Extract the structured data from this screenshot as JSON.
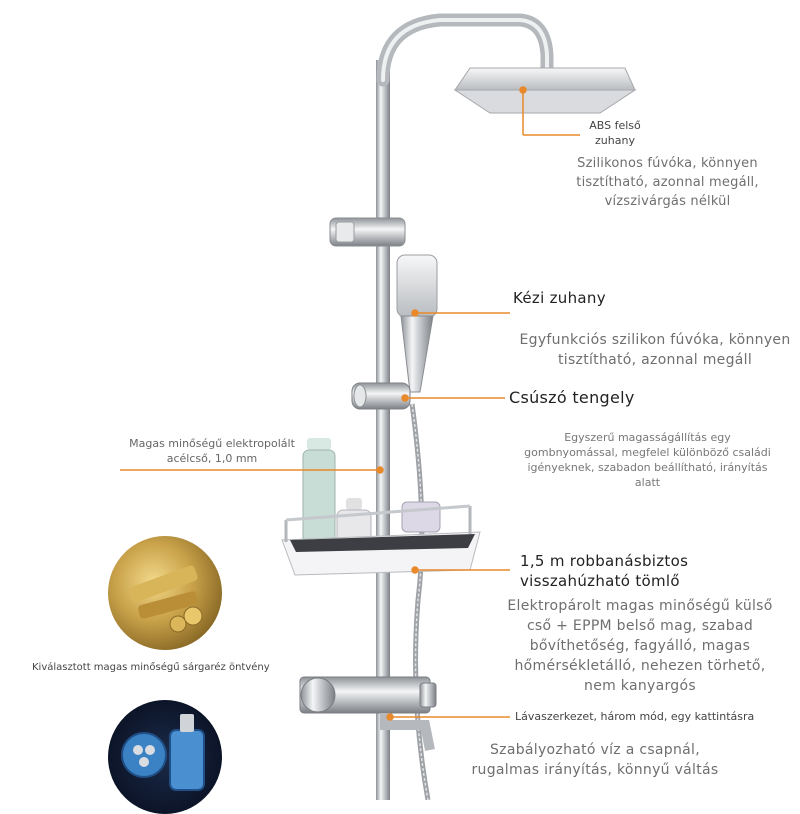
{
  "annotations": {
    "abs_head_title": "ABS felső zuhany",
    "abs_head_desc": "Szilikonos fúvóka, könnyen tisztítható, azonnal megáll, vízszivárgás nélkül",
    "hand_shower_title": "Kézi zuhany",
    "hand_shower_desc": "Egyfunkciós szilikon fúvóka, könnyen tisztítható, azonnal megáll",
    "slider_title": "Csúszó tengely",
    "slider_desc": "Egyszerű magasságállítás egy gombnyomással, megfelel különböző családi igényeknek, szabadon beállítható, irányítás alatt",
    "steel_pipe": "Magas minőségű elektropolált acélcső, 1,0 mm",
    "hose_title": "1,5 m robbanásbiztos visszahúzható tömlő",
    "hose_desc": "Elektropárolt magas minőségű külső cső + EPPM belső mag, szabad bővíthetőség, fagyálló, magas hőmérsékletálló, nehezen törhető, nem kanyargós",
    "brass_caption": "Kiválasztott magas minőségű sárgaréz öntvény",
    "faucet_title": "Lávaszerkezet, három mód, egy kattintásra",
    "faucet_desc": "Szabályozható víz a csapnál, rugalmas irányítás, könnyű váltás"
  },
  "colors": {
    "leader_line": "#e8892b",
    "chrome": "#c9ccd0",
    "brass": "#c9a24a"
  }
}
